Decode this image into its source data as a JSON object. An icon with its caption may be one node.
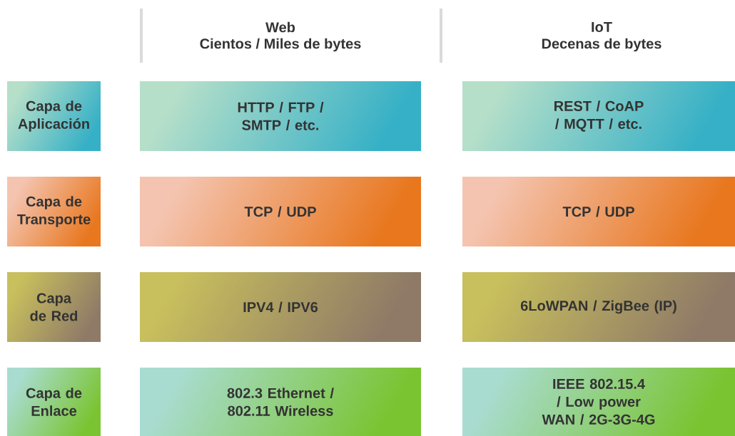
{
  "diagram": {
    "nodes": [
      {
        "text": [
          "Capa de Aplicación"
        ]
      },
      {
        "text": [
          "HTTP / FTP / SMTP / etc."
        ]
      },
      {
        "text": [
          "REST / CoAP / MQTT / etc."
        ]
      },
      {
        "text": [
          "Capa de Transporte"
        ]
      },
      {
        "text": [
          "TCP / UDP"
        ]
      },
      {
        "text": [
          "TCP / UDP"
        ]
      },
      {
        "text": [
          "Capa de Red"
        ]
      },
      {
        "text": [
          "IPV4 / IPV6"
        ]
      },
      {
        "text": [
          "6LoWPAN / ZigBee (IP)"
        ]
      },
      {
        "text": [
          "Capa de Enlace"
        ]
      },
      {
        "text": [
          "802.3 Ethernet / 802.11 Wireless"
        ]
      },
      {
        "text": [
          "IEEE 802.15.4 / Low power WAN / 2G-3G-4G"
        ]
      }
    ],
    "labels": [
      "Web",
      "Cientos / Miles de bytes",
      "IoT",
      "Decenas de bytes"
    ]
  }
}
